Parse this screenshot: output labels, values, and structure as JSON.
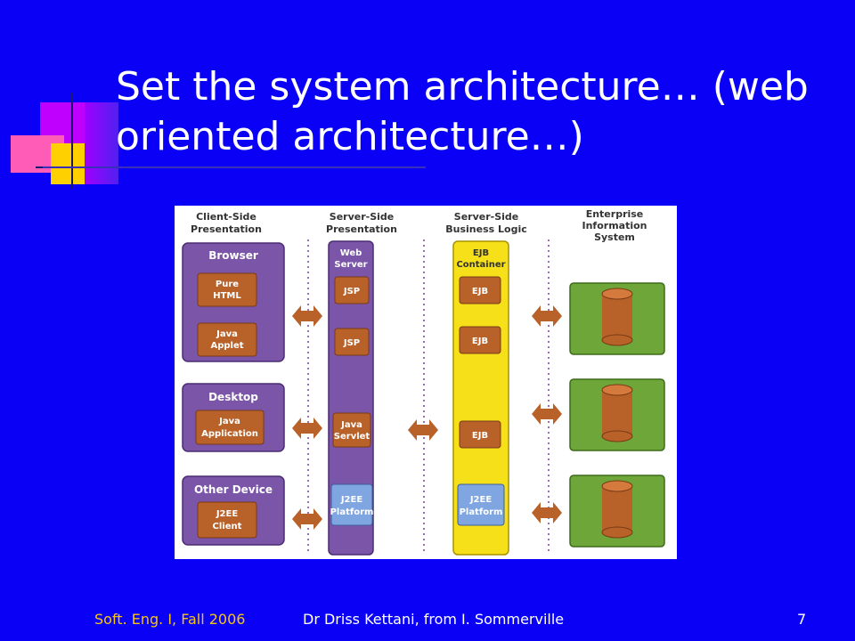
{
  "slide": {
    "title_line1": "Set the system architecture… (web",
    "title_line2": "oriented architecture…)",
    "footer_left": "Soft. Eng. I, Fall 2006",
    "footer_center": "Dr Driss Kettani, from I. Sommerville",
    "page_number": "7"
  },
  "diagram": {
    "tiers": [
      {
        "line1": "Client-Side",
        "line2": "Presentation"
      },
      {
        "line1": "Server-Side",
        "line2": "Presentation"
      },
      {
        "line1": "Server-Side",
        "line2": "Business Logic"
      },
      {
        "line1": "Enterprise",
        "line2": "Information",
        "line3": "System"
      }
    ],
    "client": {
      "browser": {
        "label": "Browser",
        "items": [
          {
            "line1": "Pure",
            "line2": "HTML"
          },
          {
            "line1": "Java",
            "line2": "Applet"
          }
        ]
      },
      "desktop": {
        "label": "Desktop",
        "items": [
          {
            "line1": "Java",
            "line2": "Application"
          }
        ]
      },
      "other": {
        "label": "Other Device",
        "items": [
          {
            "line1": "J2EE",
            "line2": "Client"
          }
        ]
      }
    },
    "web_server": {
      "line1": "Web",
      "line2": "Server",
      "items": [
        {
          "line1": "JSP"
        },
        {
          "line1": "JSP"
        },
        {
          "line1": "Java",
          "line2": "Servlet"
        },
        {
          "line1": "J2EE",
          "line2": "Platform"
        }
      ]
    },
    "ejb_container": {
      "line1": "EJB",
      "line2": "Container",
      "items": [
        {
          "line1": "EJB"
        },
        {
          "line1": "EJB"
        },
        {
          "line1": "EJB"
        },
        {
          "line1": "J2EE",
          "line2": "Platform"
        }
      ]
    },
    "colors": {
      "background": "#0a00f5",
      "client_panel": "#7a55a8",
      "web_server": "#7a55a8",
      "ejb_container": "#f5e01a",
      "component": "#b8622a",
      "platform": "#7fa6e0",
      "eis_panel": "#6fa63a",
      "arrow": "#b8622a"
    }
  }
}
